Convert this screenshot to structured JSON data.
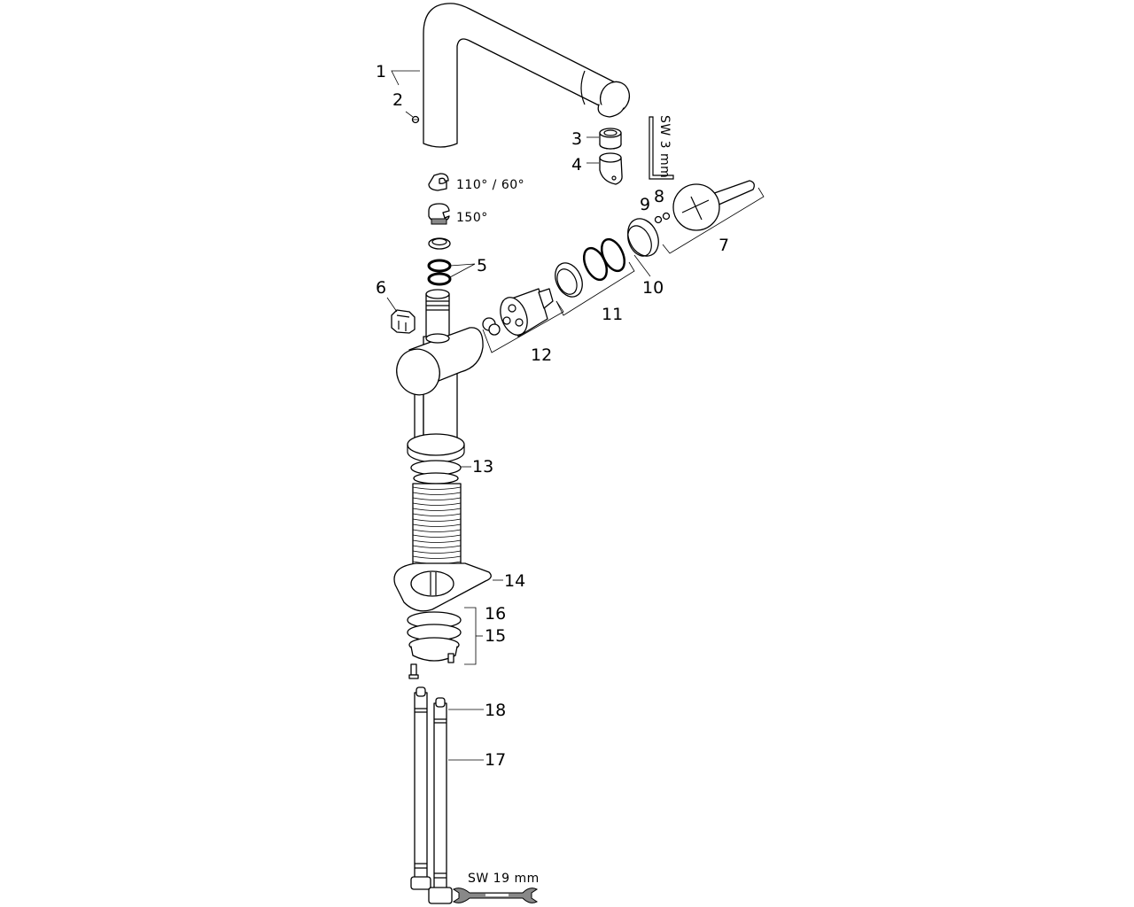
{
  "diagram": {
    "type": "exploded parts diagram",
    "part_labels": {
      "p1": "1",
      "p2": "2",
      "p3": "3",
      "p4": "4",
      "p5": "5",
      "p6": "6",
      "p7": "7",
      "p8": "8",
      "p9": "9",
      "p10": "10",
      "p11": "11",
      "p12": "12",
      "p13": "13",
      "p14": "14",
      "p15": "15",
      "p16": "16",
      "p17": "17",
      "p18": "18"
    },
    "annotations": {
      "angle_limiter_1": "110° / 60°",
      "angle_limiter_2": "150°",
      "allen_key": "SW 3 mm",
      "wrench": "SW 19 mm"
    },
    "colors": {
      "line": "#000000",
      "background": "#ffffff",
      "wrench_fill": "#888888"
    }
  }
}
